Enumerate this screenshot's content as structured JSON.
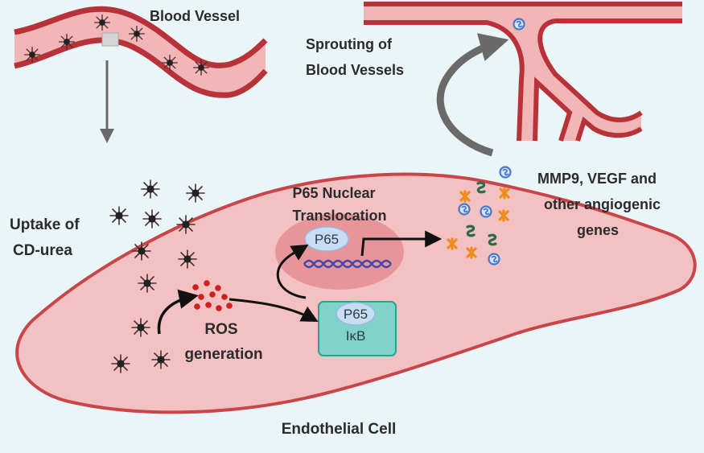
{
  "labels": {
    "blood_vessel": "Blood Vessel",
    "sprouting_line1": "Sprouting of",
    "sprouting_line2": "Blood Vessels",
    "uptake_line1": "Uptake of",
    "uptake_line2": "CD-urea",
    "translocation_line1": "P65 Nuclear",
    "translocation_line2": "Translocation",
    "genes_line1": "MMP9, VEGF  and",
    "genes_line2": "other angiogenic",
    "genes_line3": "genes",
    "ros_line1": "ROS",
    "ros_line2": "generation",
    "cell": "Endothelial Cell",
    "p65_nuclear": "P65",
    "p65_complex": "P65",
    "ikb": "IκB"
  },
  "colors": {
    "background": "#eaf5f7",
    "vessel_wall": "#b8323a",
    "vessel_fill": "#f2b6b6",
    "cell_fill": "#f3c1c1",
    "cell_border": "#c8454a",
    "nucleus": "#e58d92",
    "ros": "#d11f1f",
    "complex_fill": "#7fd3c9",
    "complex_border": "#2f9f92",
    "p65_fill": "#c6ddf4",
    "dna": "#3f4aa8",
    "arrow": "#111111",
    "gray_arrow": "#6a6a6a",
    "gene_green": "#2c6b4a",
    "gene_orange": "#f08c1a",
    "gene_blue": "#4a78c9"
  },
  "icons": [
    "cd-urea-particle-icon",
    "gene-product-icon"
  ]
}
